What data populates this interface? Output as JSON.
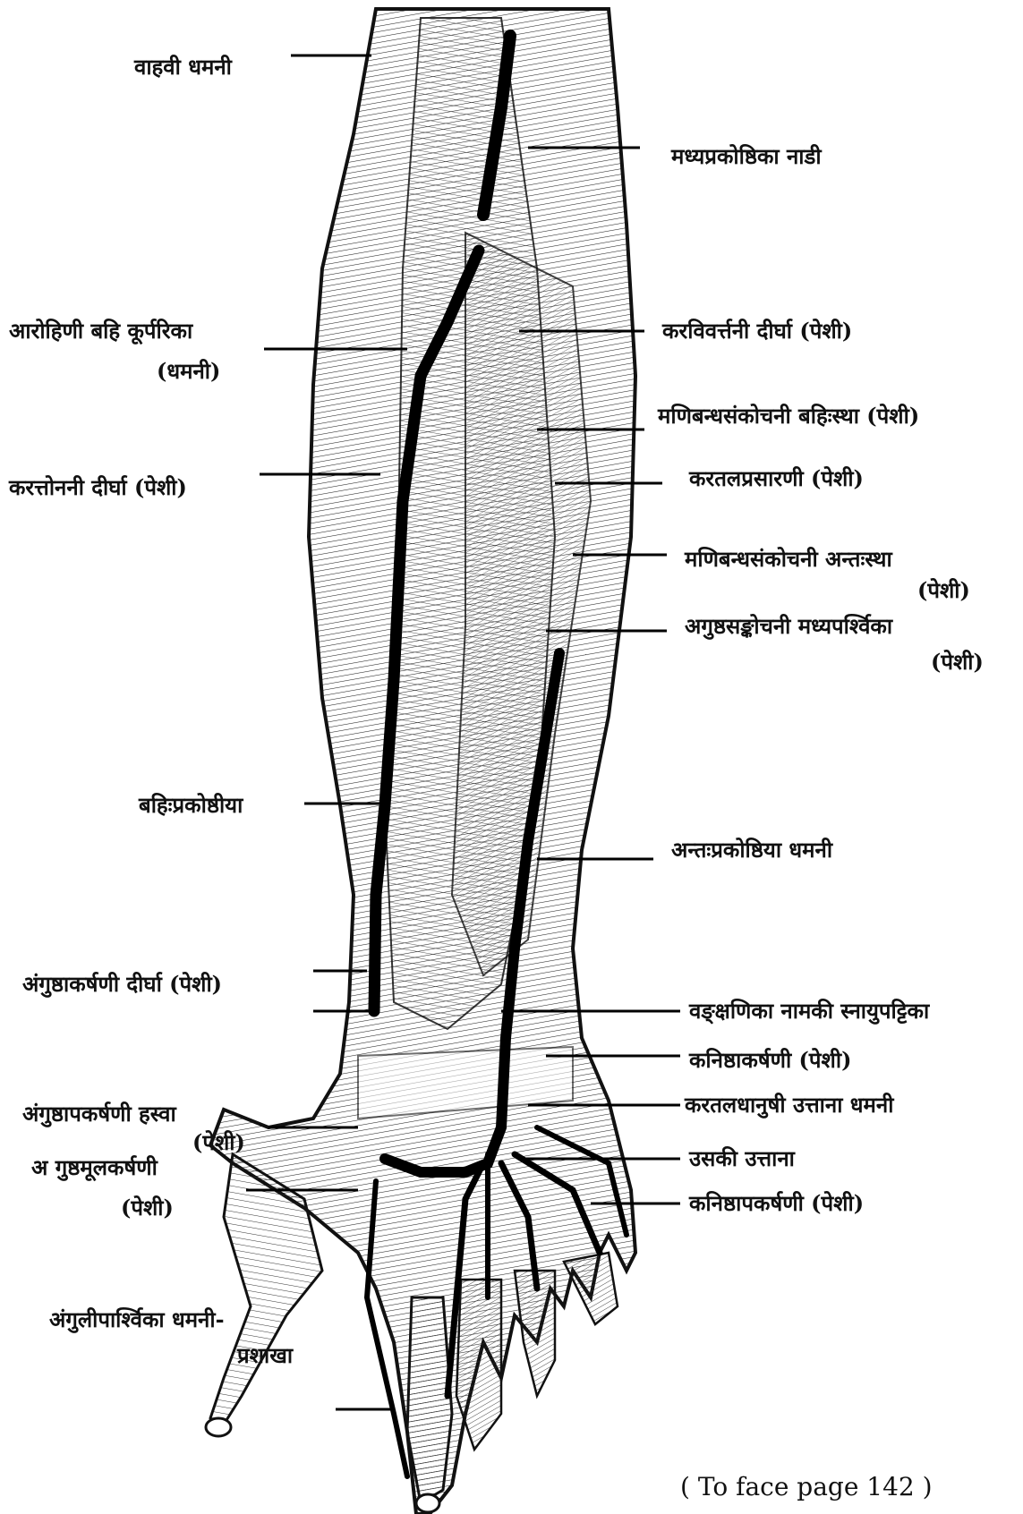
{
  "labels": {
    "bahvi_dhamni": "वाहवी धमनी",
    "madhya_nadi": "मध्यप्रकोष्ठिका नाडी",
    "arohini_1": "आरोहिणी बहि कूर्परिका",
    "arohini_2": "(धमनी)",
    "karvivartni": "करविवर्त्तनी दीर्घा (पेशी)",
    "manibandh_bahi": "मणिबन्धसंकोचनी बहिःस्था (पेशी)",
    "kartonani": "करत्तोननी दीर्घा (पेशी)",
    "kartal_prasarani": "करतलप्रसारणी (पेशी)",
    "manibandh_anta_1": "मणिबन्धसंकोचनी अन्तःस्था",
    "manibandh_anta_2": "(पेशी)",
    "angushth_madhya_1": "अगुष्ठसङ्कोचनी मध्यपर्श्विका",
    "angushth_madhya_2": "(पेशी)",
    "bahi_prakoshthiya": "बहिःप्रकोष्ठीया",
    "anta_prakoshthiya": "अन्तःप्रकोष्ठिया धमनी",
    "angushth_akarshani": "अंगुष्ठाकर्षणी दीर्घा (पेशी)",
    "vankshanika": "वङ्क्षणिका नामकी स्नायुपट्टिका",
    "kanishth_akarshani": "कनिष्ठाकर्षणी (पेशी)",
    "angushth_apakarshani_1": "अंगुष्ठापकर्षणी हस्वा",
    "angushth_apakarshani_2": "(पेशी)",
    "kartal_dhanushi": "करतलधानुषी उत्ताना धमनी",
    "angushth_mool_1": "अ गुष्ठमूलकर्षणी",
    "angushth_mool_2": "(पेशी)",
    "uski_uttana": "उसकी उत्ताना",
    "kanishth_apakarshani": "कनिष्ठापकर्षणी (पेशी)",
    "anguli_1": "अंगुलीपार्श्विका धमनी-",
    "anguli_2": "प्रशाखा"
  },
  "caption": "( To face page 142 )"
}
